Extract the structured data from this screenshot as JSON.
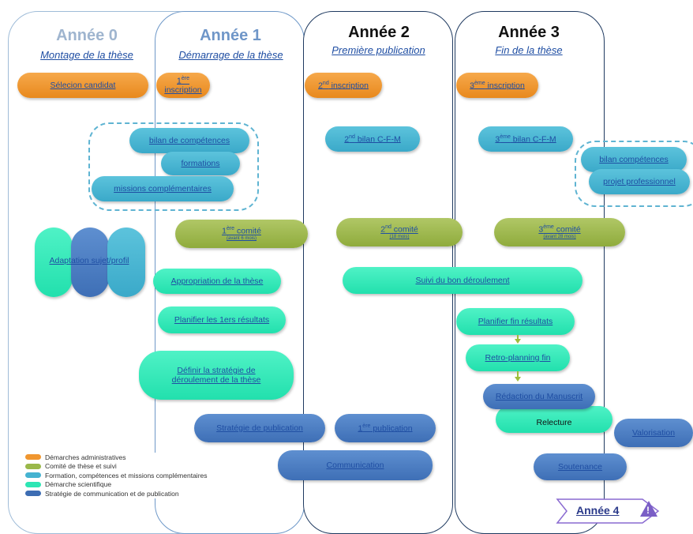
{
  "columns": [
    {
      "title": "Année 0",
      "subtitle": "Montage de la thèse",
      "title_color": "#9fb5cf"
    },
    {
      "title": "Année 1",
      "subtitle": "Démarrage de la thèse",
      "title_color": "#6f96c8"
    },
    {
      "title": "Année 2",
      "subtitle": "Première publication",
      "title_color": "#111111"
    },
    {
      "title": "Année 3",
      "subtitle": "Fin de la thèse",
      "title_color": "#111111"
    }
  ],
  "admin": {
    "selection": "Sélecion candidat",
    "insc1_pre": "1",
    "insc1_sup": "ère",
    "insc1_post": " inscription",
    "insc2_pre": "2",
    "insc2_sup": "nd",
    "insc2_post": " inscription",
    "insc3_pre": "3",
    "insc3_sup": "ème",
    "insc3_post": " inscription"
  },
  "formation": {
    "bilan_comp": "bilan de compétences",
    "formations": "formations",
    "missions": "missions complémentaires",
    "bilan2_pre": "2",
    "bilan2_sup": "nd",
    "bilan2_post": " bilan C-F-M",
    "bilan3_pre": "3",
    "bilan3_sup": "ème",
    "bilan3_post": " bilan C-F-M",
    "bilan_comp_3": "bilan compétences",
    "projet_pro": "projet professionnel"
  },
  "comite": {
    "c1_pre": "1",
    "c1_sup": "ère",
    "c1_post": " comité",
    "c1_sub": "(avant 6 mois)",
    "c2_pre": "2",
    "c2_sup": "nd",
    "c2_post": " comité",
    "c2_sub": "(18 mois)",
    "c3_pre": "3",
    "c3_sup": "ème",
    "c3_post": " comité",
    "c3_sub": "(avant 28 mois)"
  },
  "scientifique": {
    "adaptation": "Adaptation sujet/profil",
    "appropriation": "Appropriation de la thèse",
    "suivi": "Suivi du bon déroulement",
    "planifier1": "Planifier les 1ers résultats",
    "planifier_fin": "Planifier fin résultats",
    "definir": "Définir la stratégie de déroulement de la thèse",
    "retro": "Retro-planning fin",
    "relecture": "Relecture"
  },
  "communication": {
    "strategie": "Stratégie de publication",
    "pub1_pre": "1",
    "pub1_sup": "ère",
    "pub1_post": " publication",
    "communication": "Communication",
    "redaction": "Rédaction du Manuscrit",
    "soutenance": "Soutenance",
    "valorisation": "Valorisation"
  },
  "annee4": {
    "label": "Année 4",
    "warning": "!"
  },
  "legend": [
    {
      "label": "Démarches administratives",
      "color": "#f0962f"
    },
    {
      "label": "Comité de thèse et suivi",
      "color": "#9ab84a"
    },
    {
      "label": "Formation, compétences et missions complémentaires",
      "color": "#45b3d1"
    },
    {
      "label": "Démarche scientifique",
      "color": "#2de6b4"
    },
    {
      "label": "Stratégie de communication et de publication",
      "color": "#3d6db3"
    }
  ],
  "colors": {
    "orange": "#f0962f",
    "teal": "#45b3d1",
    "olive": "#9ab84a",
    "mint": "#2de6b4",
    "blue": "#3d6db3",
    "link": "#1f4ea3"
  }
}
